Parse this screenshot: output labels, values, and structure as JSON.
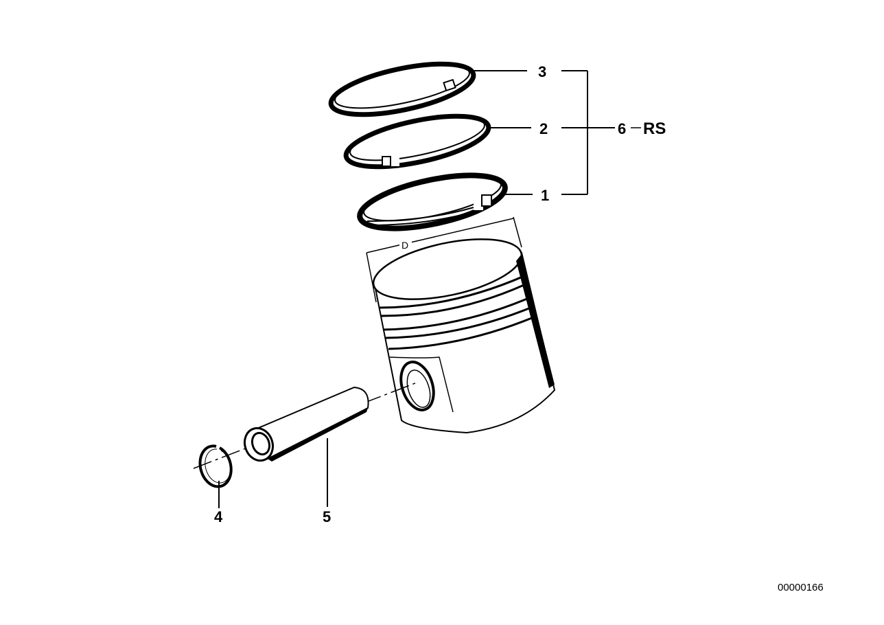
{
  "diagram": {
    "title": "Piston with piston rings exploded view",
    "callouts": {
      "c1": "1",
      "c2": "2",
      "c3": "3",
      "c4": "4",
      "c5": "5",
      "c6": "6",
      "rs": "RS"
    },
    "dimension_label": "D",
    "image_number": "00000166",
    "parts": [
      {
        "ref": "1",
        "name": "piston-ring-lower"
      },
      {
        "ref": "2",
        "name": "piston-ring-middle"
      },
      {
        "ref": "3",
        "name": "piston-ring-top"
      },
      {
        "ref": "4",
        "name": "circlip"
      },
      {
        "ref": "5",
        "name": "piston-pin"
      },
      {
        "ref": "6",
        "name": "ring-set",
        "suffix": "RS"
      }
    ],
    "colors": {
      "ink": "#000000",
      "background": "#ffffff"
    }
  }
}
